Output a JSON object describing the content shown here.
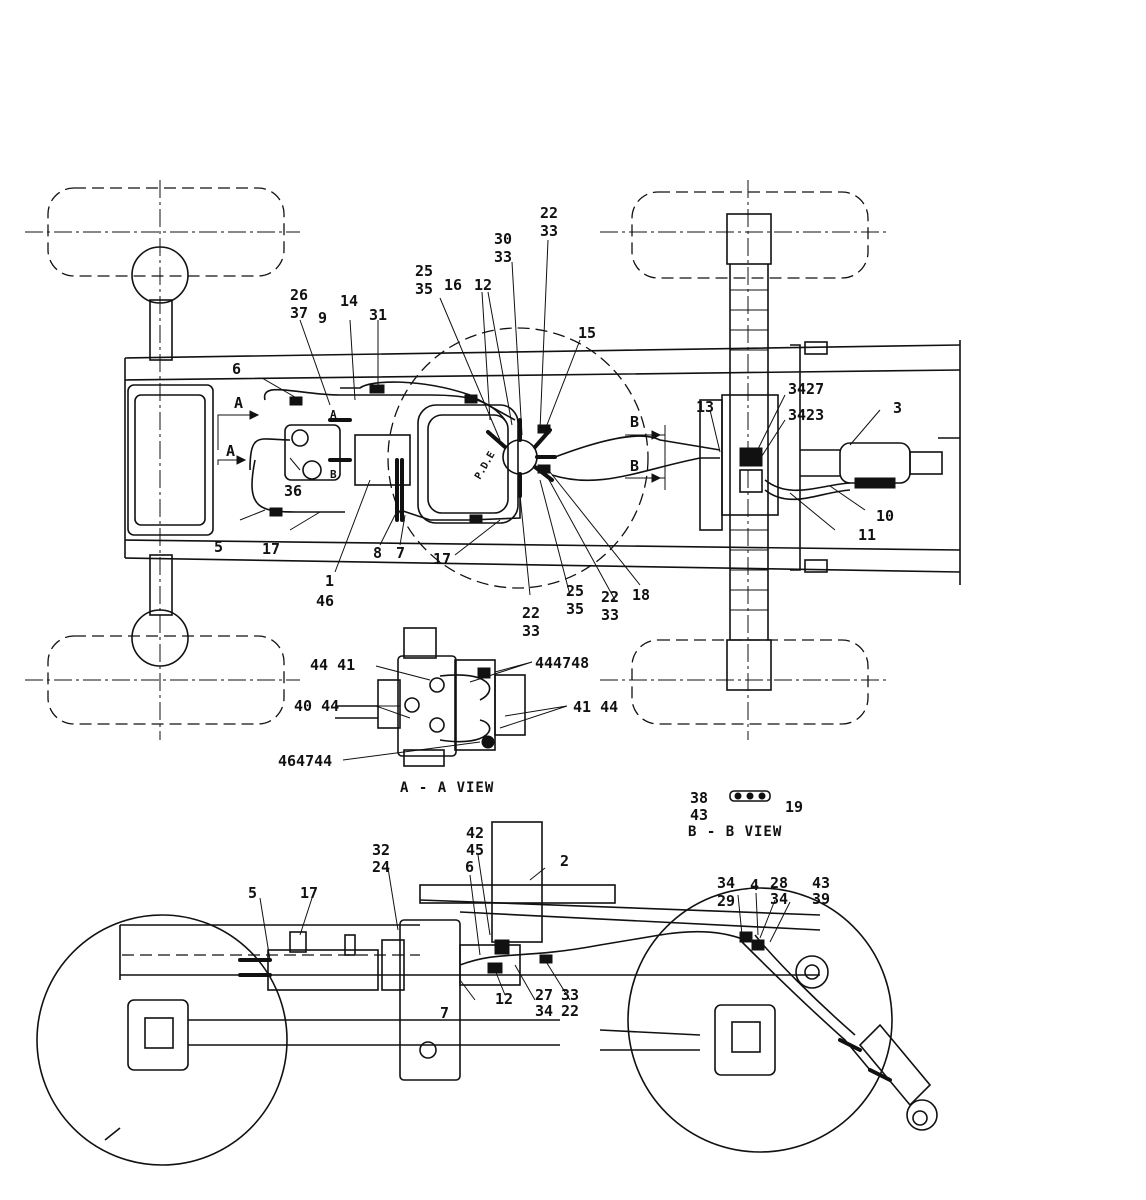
{
  "views": {
    "aa_caption": "A - A VIEW",
    "bb_caption": "B - B VIEW"
  },
  "section_marks": {
    "a_upper": "A",
    "a_lower": "A",
    "b_upper": "B",
    "b_lower": "B"
  },
  "inline_labels": {
    "block_a": "A",
    "block_b": "B",
    "pd_label": "P.D.E"
  },
  "callouts": {
    "top": [
      {
        "text": "22"
      },
      {
        "text": "33"
      },
      {
        "text": "30"
      },
      {
        "text": "33"
      },
      {
        "text": "25"
      },
      {
        "text": "35"
      },
      {
        "text": "16"
      },
      {
        "text": "12"
      },
      {
        "text": "26"
      },
      {
        "text": "37"
      },
      {
        "text": "9"
      },
      {
        "text": "14"
      },
      {
        "text": "31"
      },
      {
        "text": "15"
      },
      {
        "text": "6"
      },
      {
        "text": "13"
      },
      {
        "text": "3427"
      },
      {
        "text": "3423"
      },
      {
        "text": "3"
      },
      {
        "text": "36"
      },
      {
        "text": "10"
      },
      {
        "text": "11"
      },
      {
        "text": "5"
      },
      {
        "text": "17"
      },
      {
        "text": "8"
      },
      {
        "text": "7"
      },
      {
        "text": "17"
      },
      {
        "text": "1"
      },
      {
        "text": "46"
      },
      {
        "text": "25"
      },
      {
        "text": "35"
      },
      {
        "text": "22"
      },
      {
        "text": "33"
      },
      {
        "text": "18"
      },
      {
        "text": "22"
      },
      {
        "text": "33"
      }
    ],
    "aa": [
      {
        "text": "44 41"
      },
      {
        "text": "444748"
      },
      {
        "text": "40 44"
      },
      {
        "text": "41 44"
      },
      {
        "text": "464744"
      }
    ],
    "bb": [
      {
        "text": "38"
      },
      {
        "text": "43"
      },
      {
        "text": "19"
      }
    ],
    "side": [
      {
        "text": "42"
      },
      {
        "text": "45"
      },
      {
        "text": "2"
      },
      {
        "text": "32"
      },
      {
        "text": "24"
      },
      {
        "text": "5"
      },
      {
        "text": "17"
      },
      {
        "text": "6"
      },
      {
        "text": "34"
      },
      {
        "text": "29"
      },
      {
        "text": "4"
      },
      {
        "text": "28"
      },
      {
        "text": "34"
      },
      {
        "text": "43"
      },
      {
        "text": "39"
      },
      {
        "text": "7"
      },
      {
        "text": "12"
      },
      {
        "text": "27"
      },
      {
        "text": "34"
      },
      {
        "text": "33"
      },
      {
        "text": "22"
      }
    ]
  }
}
